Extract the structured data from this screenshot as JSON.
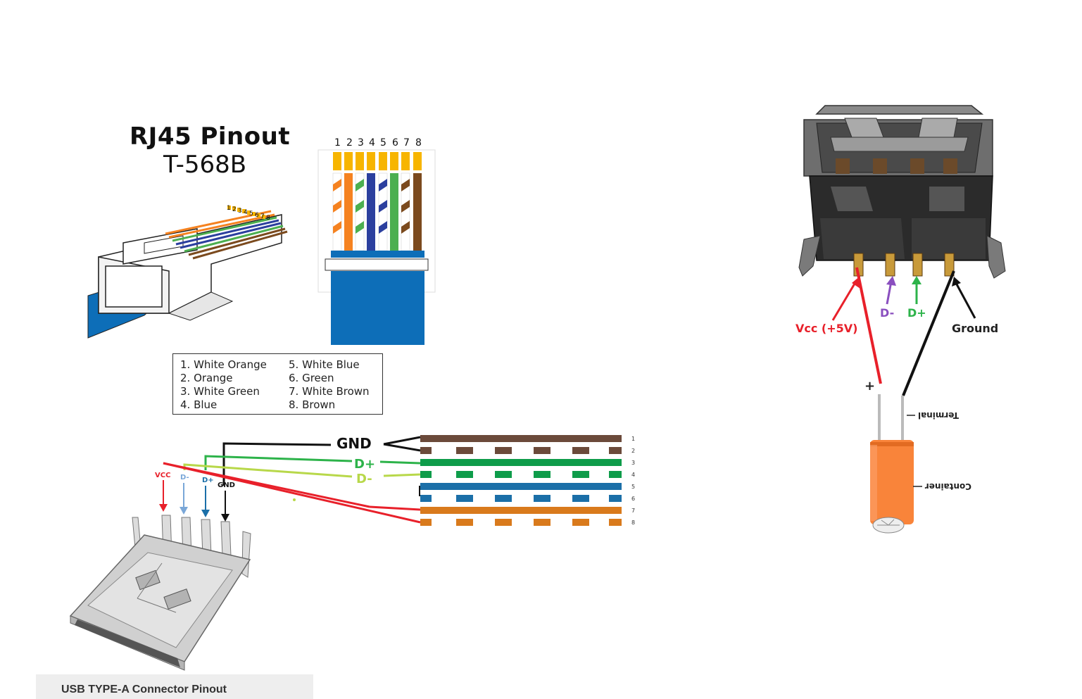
{
  "rj45": {
    "title": "RJ45 Pinout",
    "subtitle": "T-568B",
    "pin_numbers": [
      "1",
      "2",
      "3",
      "4",
      "5",
      "6",
      "7",
      "8"
    ],
    "legend": [
      "1. White Orange",
      "2. Orange",
      "3. White Green",
      "4. Blue",
      "5. White Blue",
      "6. Green",
      "7. White Brown",
      "8. Brown"
    ]
  },
  "wiring": {
    "gnd": "GND",
    "dplus": "D+",
    "dminus": "D-",
    "row_numbers": [
      "1",
      "2",
      "3",
      "4",
      "5",
      "6",
      "7",
      "8"
    ]
  },
  "usb_plug": {
    "pins": [
      "VCC",
      "D-",
      "D+",
      "GND"
    ],
    "caption": "USB TYPE-A Connector Pinout"
  },
  "usb_socket": {
    "vcc": "Vcc (+5V)",
    "dminus": "D-",
    "dplus": "D+",
    "ground": "Ground"
  },
  "capacitor": {
    "plus": "+",
    "terminal": "Terminal",
    "container": "Container"
  },
  "colors": {
    "orange": "#f58220",
    "green": "#4caf50",
    "blue": "#2b3f9e",
    "brown": "#7b4a1e",
    "cable_blue": "#0d6eb8",
    "gold": "#f7b500",
    "wire_red": "#e8202a",
    "wire_green": "#2db34a",
    "wire_lime": "#a8d84a",
    "purple": "#8a4fbf",
    "cap_orange": "#f9843a"
  }
}
